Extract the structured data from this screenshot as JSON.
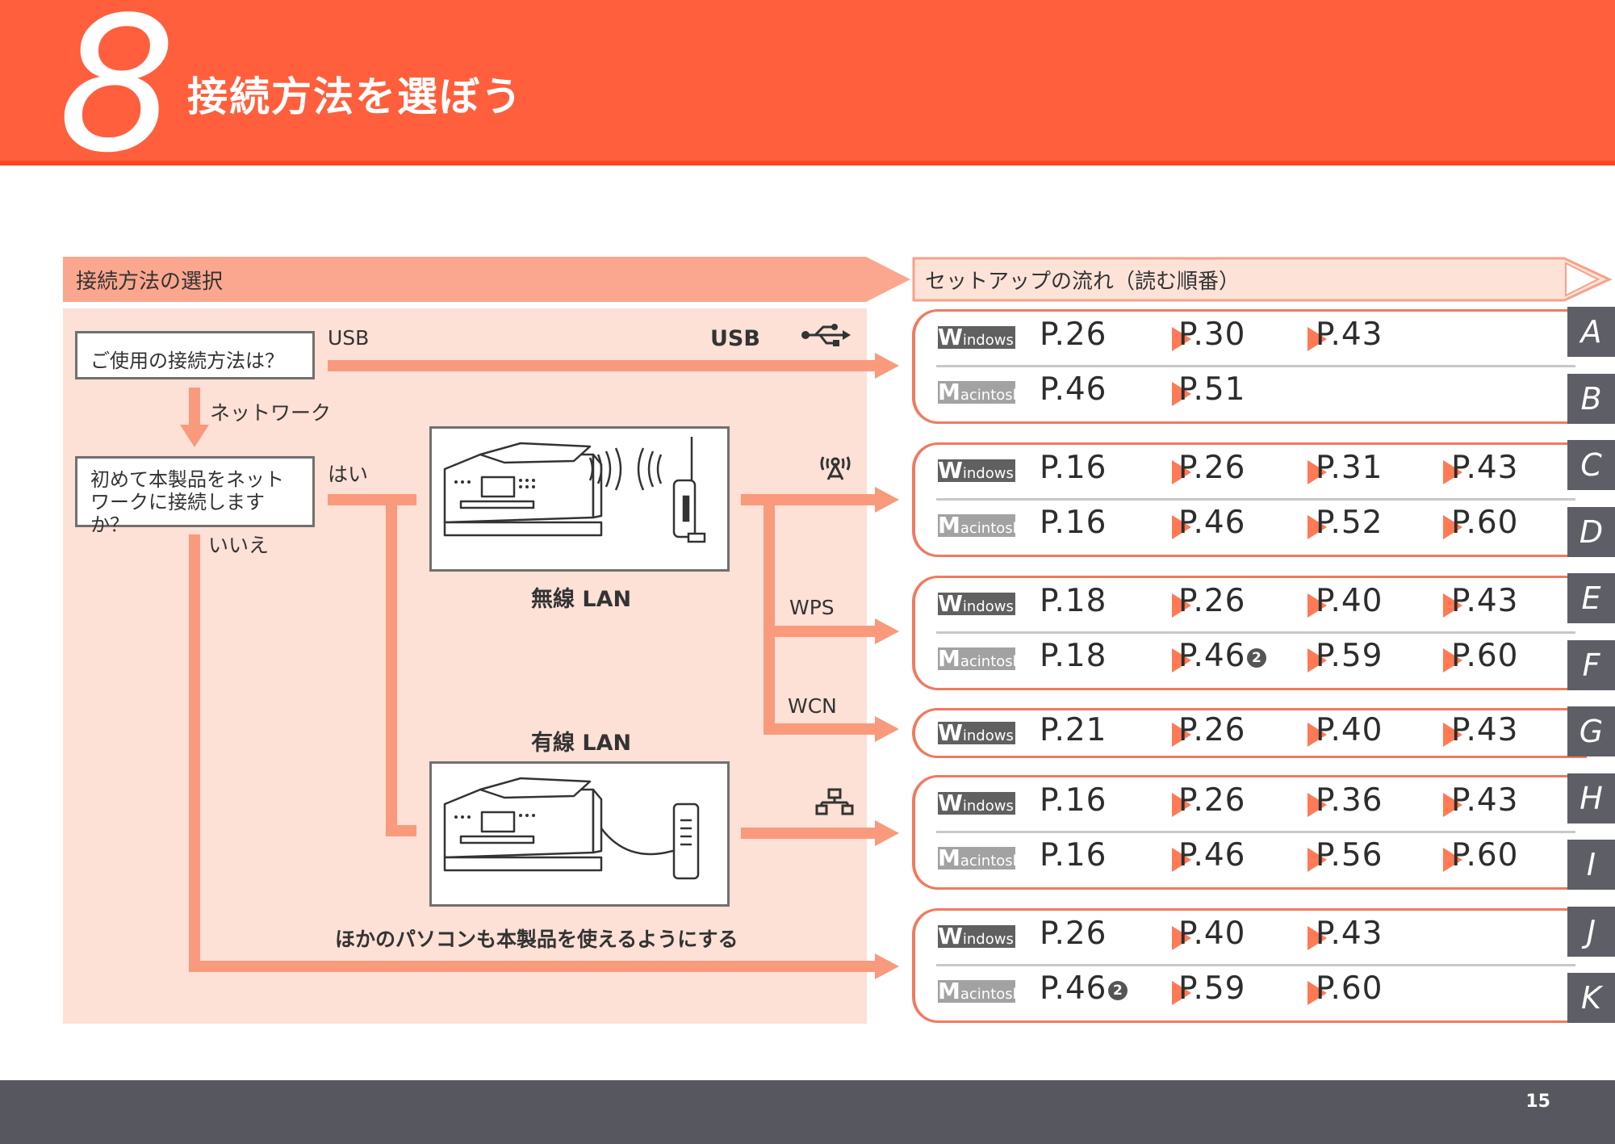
{
  "header": {
    "step_number": "8",
    "title": "接続方法を選ぼう"
  },
  "left": {
    "heading": "接続方法の選択",
    "question1": "ご使用の接続方法は？",
    "usb_label": "USB",
    "usb_label_bold": "USB",
    "network_label": "ネットワーク",
    "question2": "初めて本製品をネットワークに接続しますか？",
    "yes_label": "はい",
    "no_label": "いいえ",
    "wireless_caption": "無線 LAN",
    "wired_caption": "有線 LAN",
    "wps_label": "WPS",
    "wcn_label": "WCN",
    "other_pc_label": "ほかのパソコンも本製品を使えるようにする"
  },
  "right": {
    "heading": "セットアップの流れ（読む順番）",
    "os": {
      "windows_initial": "W",
      "windows_rest": "indows",
      "mac_initial": "M",
      "mac_rest": "acintosh"
    },
    "letters": [
      "A",
      "B",
      "C",
      "D",
      "E",
      "F",
      "G",
      "H",
      "I",
      "J",
      "K"
    ],
    "groups": [
      {
        "rows": [
          {
            "os": "windows",
            "pages": [
              "P.26",
              "P.30",
              "P.43"
            ]
          },
          {
            "os": "mac",
            "pages": [
              "P.46",
              "P.51"
            ]
          }
        ]
      },
      {
        "rows": [
          {
            "os": "windows",
            "pages": [
              "P.16",
              "P.26",
              "P.31",
              "P.43"
            ]
          },
          {
            "os": "mac",
            "pages": [
              "P.16",
              "P.46",
              "P.52",
              "P.60"
            ]
          }
        ]
      },
      {
        "rows": [
          {
            "os": "windows",
            "pages": [
              "P.18",
              "P.26",
              "P.40",
              "P.43"
            ]
          },
          {
            "os": "mac",
            "pages": [
              "P.18",
              "P.46",
              "P.59",
              "P.60"
            ],
            "mark": "❷"
          }
        ]
      },
      {
        "rows": [
          {
            "os": "windows",
            "pages": [
              "P.21",
              "P.26",
              "P.40",
              "P.43"
            ]
          }
        ]
      },
      {
        "rows": [
          {
            "os": "windows",
            "pages": [
              "P.16",
              "P.26",
              "P.36",
              "P.43"
            ]
          },
          {
            "os": "mac",
            "pages": [
              "P.16",
              "P.46",
              "P.56",
              "P.60"
            ]
          }
        ]
      },
      {
        "rows": [
          {
            "os": "windows",
            "pages": [
              "P.26",
              "P.40",
              "P.43"
            ]
          },
          {
            "os": "mac",
            "pages": [
              "P.46",
              "P.59",
              "P.60"
            ],
            "mark": "❷"
          }
        ]
      }
    ]
  },
  "footer": {
    "page_number": "15"
  }
}
